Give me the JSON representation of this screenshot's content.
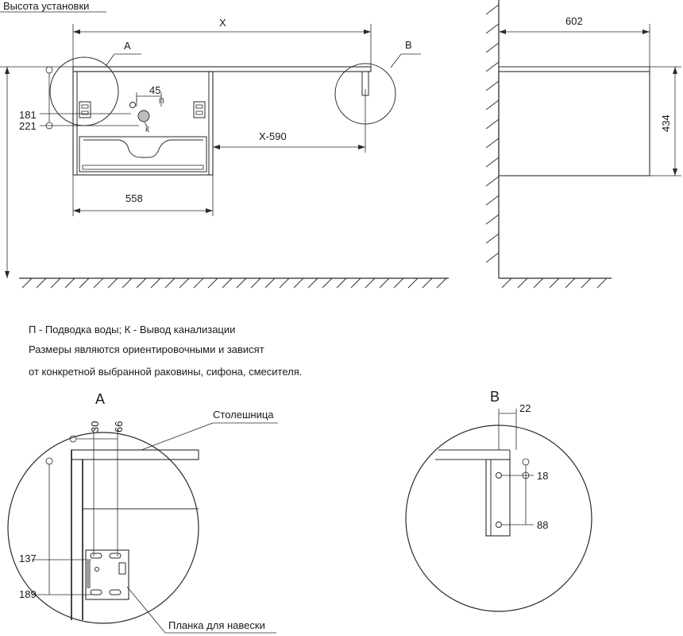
{
  "main_view": {
    "install_height_label": "Высота установки",
    "dim_x": "X",
    "dim_x_minus": "X-590",
    "dim_width": "558",
    "dim_45": "45",
    "dim_181": "181",
    "dim_221": "221",
    "marker_p": "П",
    "marker_k": "К",
    "callout_a": "A",
    "callout_b": "B"
  },
  "side_view": {
    "dim_depth": "602",
    "dim_height": "434"
  },
  "notes": [
    "П - Подводка воды; К - Вывод канализации",
    "Размеры являются ориентировочными и зависят",
    "от конкретной выбранной раковины, сифона, смесителя."
  ],
  "detail_a": {
    "title": "A",
    "dim_30": "30",
    "dim_66": "66",
    "dim_137": "137",
    "dim_189": "189",
    "label_countertop": "Столешница",
    "label_bracket": "Планка для навески"
  },
  "detail_b": {
    "title": "B",
    "dim_22": "22",
    "dim_18": "18",
    "dim_88": "88"
  }
}
